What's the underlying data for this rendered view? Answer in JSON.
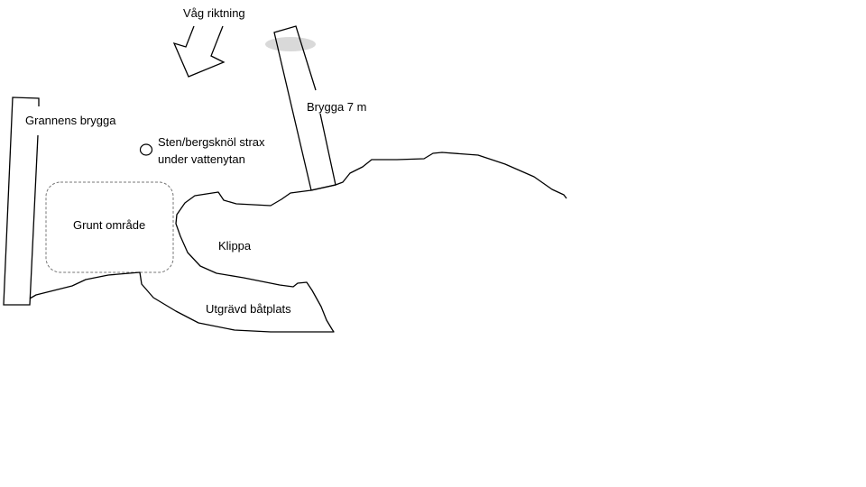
{
  "labels": {
    "wave_direction": "Våg riktning",
    "neighbor_dock": "Grannens brygga",
    "dock": "Brygga 7 m",
    "rock_line1": "Sten/bergsknöl strax",
    "rock_line2": "under vattenytan",
    "shallow_area": "Grunt område",
    "cliff": "Klippa",
    "dug_berth": "Utgrävd båtplats"
  },
  "colors": {
    "stroke": "#000000",
    "shadow": "#d9d9d9",
    "dash": "#777777"
  }
}
